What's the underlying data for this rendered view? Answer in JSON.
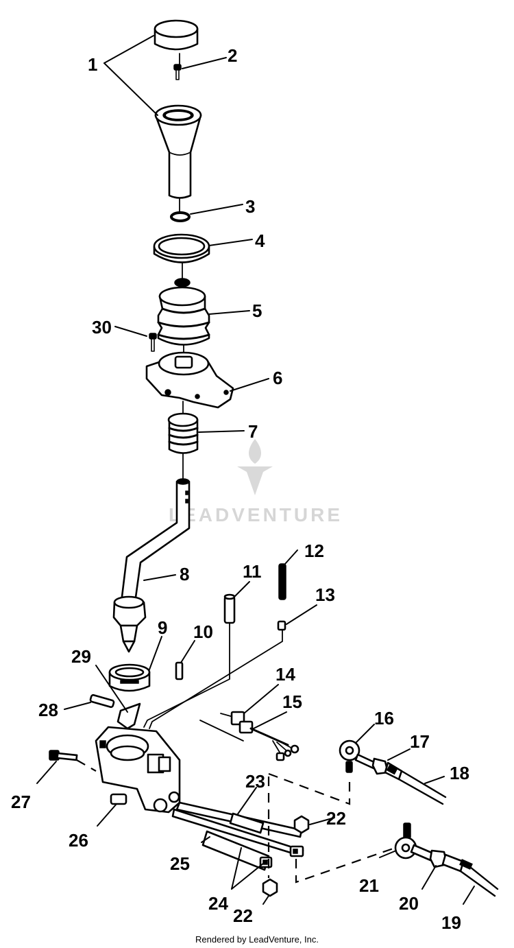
{
  "watermark": {
    "brand": "LEADVENTURE"
  },
  "footer": {
    "text": "Rendered by LeadVenture, Inc."
  },
  "callouts": [
    "1",
    "2",
    "3",
    "4",
    "5",
    "6",
    "7",
    "8",
    "9",
    "10",
    "11",
    "12",
    "13",
    "14",
    "15",
    "16",
    "17",
    "18",
    "19",
    "20",
    "21",
    "22",
    "22",
    "23",
    "24",
    "25",
    "26",
    "27",
    "28",
    "29",
    "30"
  ]
}
